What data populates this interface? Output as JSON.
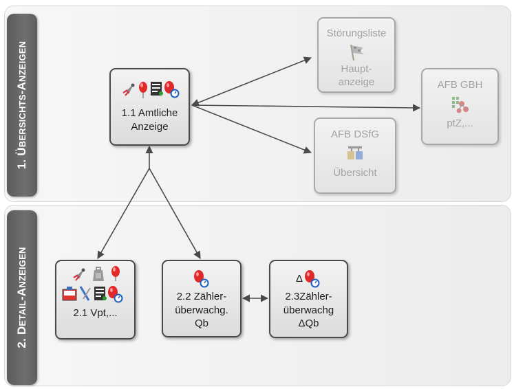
{
  "sections": {
    "overview": {
      "num": "1. ",
      "big1": "Ü",
      "small1": "BERSICHTS",
      "dash": "-",
      "big2": "A",
      "small2": "NZEIGEN"
    },
    "detail": {
      "num": "2. ",
      "big1": "D",
      "small1": "ETAIL",
      "dash": "-",
      "big2": "A",
      "small2": "NZEIGEN"
    }
  },
  "nodes": {
    "n11": {
      "label1": "1.1 Amtliche",
      "label2": "Anzeige",
      "icons": [
        "rocket-icon",
        "balloon-icon",
        "report-icon",
        "balloon-gauge-icon"
      ]
    },
    "stoerung": {
      "title": "Störungsliste",
      "label1": "Haupt-",
      "label2": "anzeige",
      "icons": [
        "flag-icon"
      ]
    },
    "afbgbh": {
      "title": "AFB GBH",
      "label1": "ptZ,...",
      "icons": [
        "network-icon"
      ]
    },
    "afbdsfg": {
      "title": "AFB DSfG",
      "label1": "Übersicht",
      "icons": [
        "device-icon"
      ]
    },
    "n21": {
      "label1": "2.1 Vpt,...",
      "icons": [
        "rocket-icon",
        "weight-icon",
        "balloon-icon",
        "screen-icon",
        "tool-icon",
        "report-icon",
        "balloon-gauge-icon"
      ]
    },
    "n22": {
      "label1": "2.2 Zähler-",
      "label2": "überwachg.",
      "label3": "Qb",
      "icons": [
        "balloon-gauge-icon"
      ]
    },
    "n23": {
      "label1": "2.3Zähler-",
      "label2": "überwachg",
      "label3": "ΔQb",
      "delta": "Δ",
      "icons": [
        "balloon-gauge-icon"
      ]
    }
  }
}
